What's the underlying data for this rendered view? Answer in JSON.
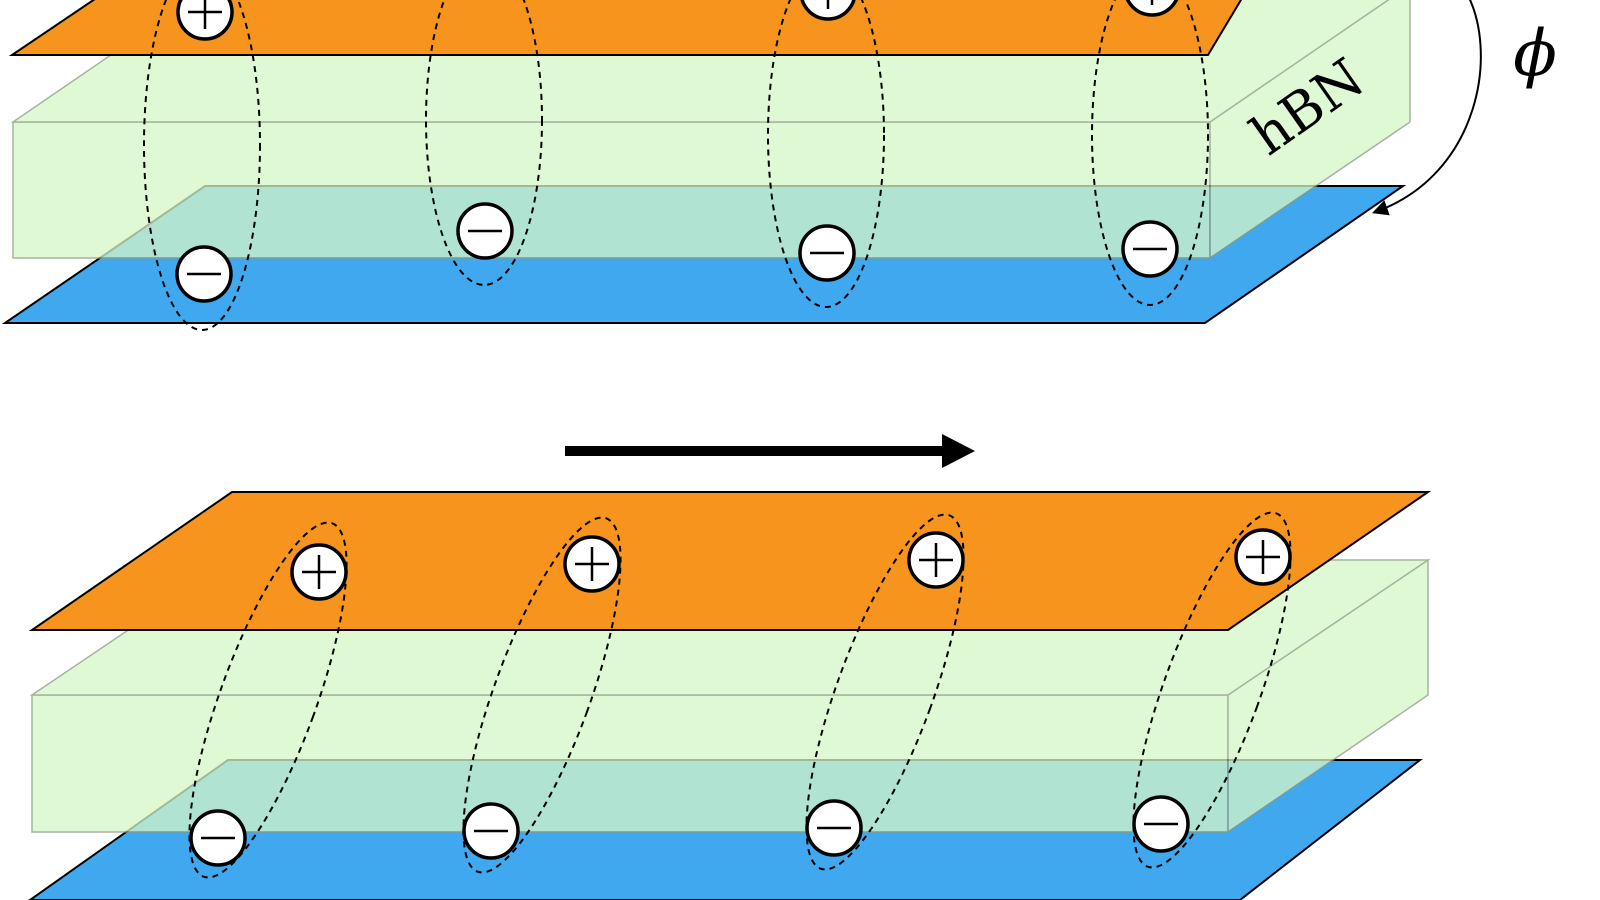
{
  "diagram": {
    "labels": {
      "hbn": "hBN",
      "phi": "ϕ",
      "plus": "+",
      "minus": "−"
    },
    "colors": {
      "top_plate": "#F7941E",
      "hbn": "#D6F7C8",
      "bottom_plate": "#40A8EE",
      "overlap": "#66CCC7",
      "charge_fill": "#ffffff",
      "line": "#000000"
    },
    "panels": [
      {
        "name": "upper-panel",
        "exciton_count": 4,
        "tilted": false
      },
      {
        "name": "lower-panel",
        "exciton_count": 4,
        "tilted": true
      }
    ],
    "arrow": {
      "direction": "right"
    }
  }
}
